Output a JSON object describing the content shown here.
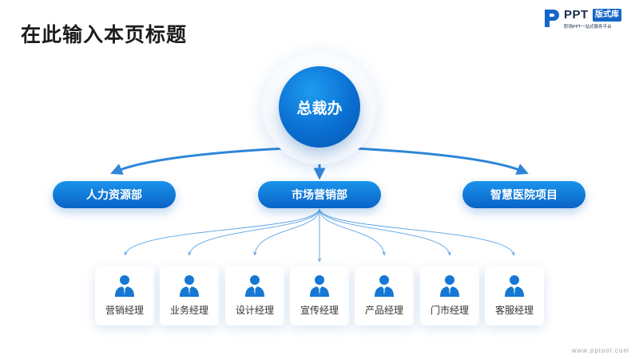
{
  "title": "在此输入本页标题",
  "logo": {
    "brand": "PPT",
    "badge": "版式库",
    "tagline": "职场PPT一站式服务平台"
  },
  "root": {
    "label": "总裁办"
  },
  "departments": [
    {
      "label": "人力资源部"
    },
    {
      "label": "市场营销部"
    },
    {
      "label": "智慧医院项目"
    }
  ],
  "managers": [
    {
      "label": "营销经理"
    },
    {
      "label": "业务经理"
    },
    {
      "label": "设计经理"
    },
    {
      "label": "宣传经理"
    },
    {
      "label": "产品经理"
    },
    {
      "label": "门市经理"
    },
    {
      "label": "客服经理"
    }
  ],
  "watermark": "www.pptool.com",
  "colors": {
    "primary": "#0a6fd2",
    "primary_light": "#1a93ec",
    "connector": "#2f86d8"
  }
}
